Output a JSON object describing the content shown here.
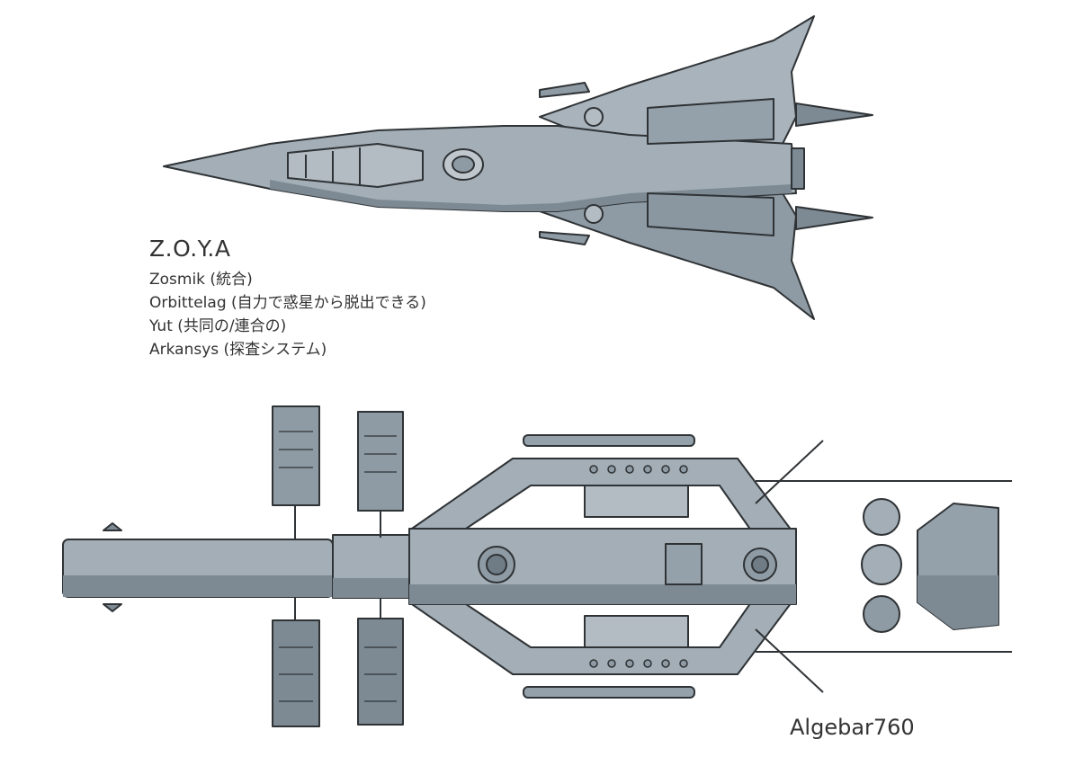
{
  "ship": {
    "name": "Z.O.Y.A",
    "acronym_lines": [
      "Zosmik (統合)",
      "Orbittelag (自力で惑星から脱出できる)",
      "Yut (共同の/連合の)",
      "Arkansys (探査システム)"
    ]
  },
  "signature": "Algebar760",
  "colors": {
    "hull": "#a3aeb6",
    "shadow": "#7d8a94",
    "line": "#2f3336",
    "background": "#ffffff"
  }
}
